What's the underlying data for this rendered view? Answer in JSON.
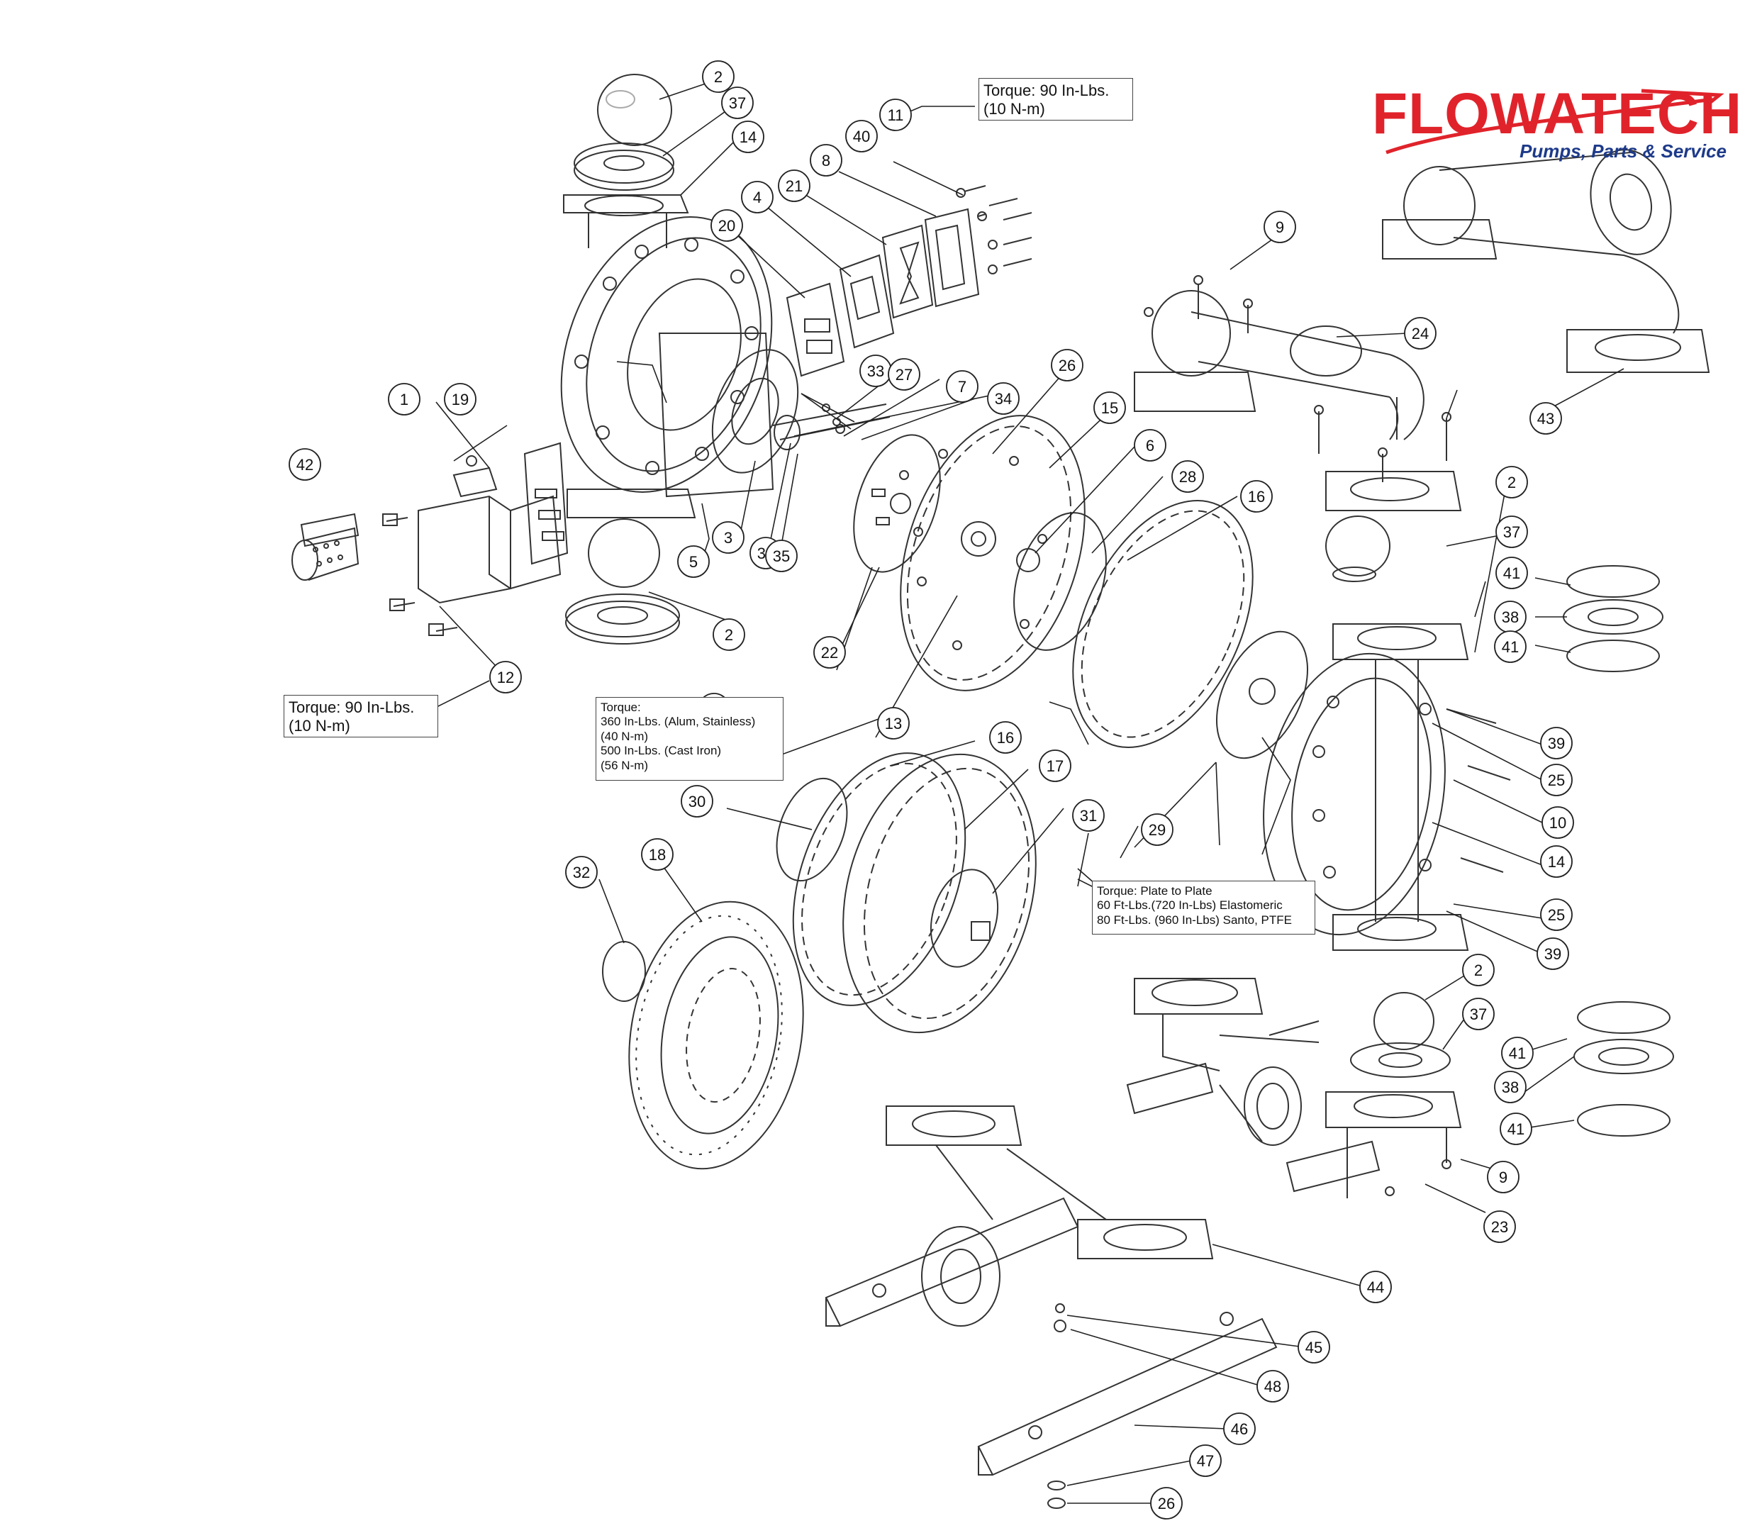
{
  "brand": {
    "name": "FLOWATECH",
    "tagline": "Pumps, Parts & Service",
    "colors": {
      "red": "#e0232b",
      "blue": "#1d3a8a"
    }
  },
  "torque_notes": {
    "upper": {
      "line1": "Torque: 90 In-Lbs.",
      "line2": "(10 N-m)"
    },
    "left": {
      "line1": "Torque: 90 In-Lbs.",
      "line2": "(10 N-m)"
    },
    "center": {
      "line1": "Torque:",
      "line2": "360 In-Lbs. (Alum, Stainless)",
      "line3": "(40 N-m)",
      "line4": "500 In-Lbs. (Cast Iron)",
      "line5": "(56 N-m)"
    },
    "plate": {
      "line1": "Torque: Plate to Plate",
      "line2": "60 Ft-Lbs.(720 In-Lbs) Elastomeric",
      "line3": "80 Ft-Lbs. (960 In-Lbs) Santo, PTFE"
    }
  },
  "callouts": [
    "2",
    "37",
    "14",
    "11",
    "40",
    "8",
    "21",
    "4",
    "20",
    "19",
    "1",
    "42",
    "12",
    "33",
    "27",
    "7",
    "34",
    "26",
    "15",
    "6",
    "28",
    "16",
    "9",
    "24",
    "43",
    "5",
    "3",
    "36",
    "35",
    "22",
    "2",
    "37",
    "13",
    "16",
    "17",
    "30",
    "31",
    "29",
    "18",
    "32",
    "2",
    "37",
    "41",
    "38",
    "41",
    "39",
    "25",
    "10",
    "14",
    "25",
    "39",
    "2",
    "37",
    "41",
    "38",
    "41",
    "9",
    "23",
    "44",
    "45",
    "48",
    "46",
    "47",
    "26"
  ]
}
